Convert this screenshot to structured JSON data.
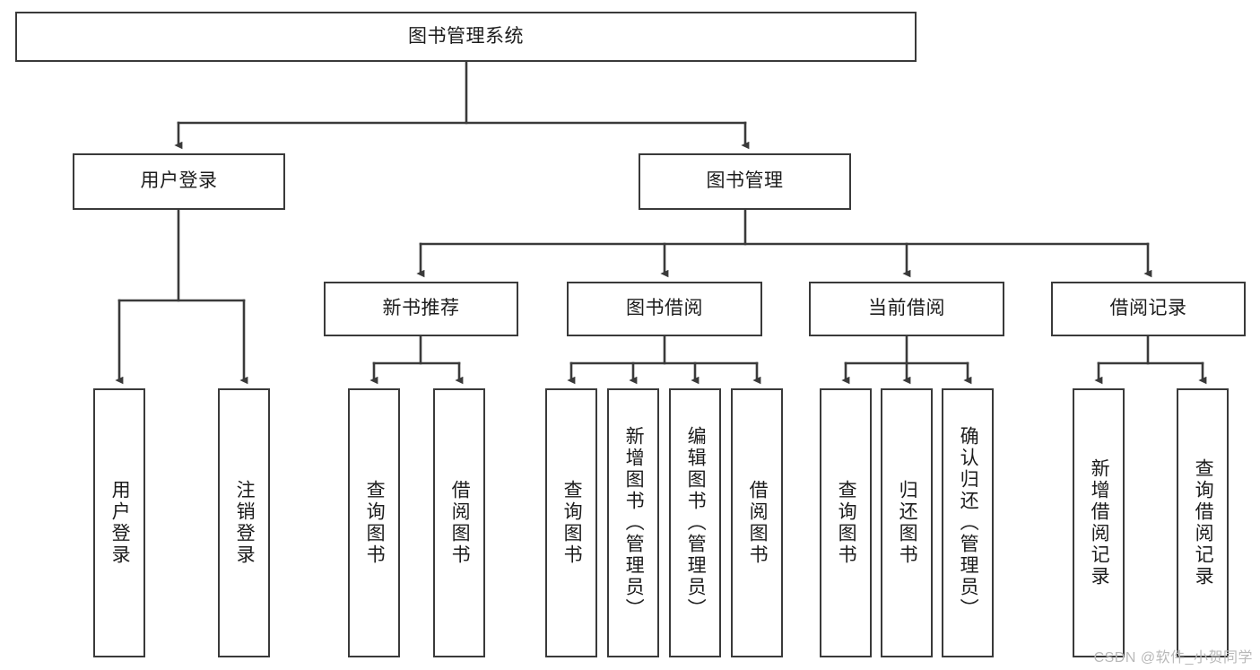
{
  "diagram": {
    "title": "图书管理系统",
    "type": "tree-hierarchy-chart",
    "watermark": "CSDN @软件_小贺同学",
    "colors": {
      "stroke": "#3a3a3a",
      "fill": "#ffffff",
      "text": "#1c1c1c",
      "watermark": "#b9b9b9"
    },
    "nodes": {
      "root": {
        "label": "图书管理系统"
      },
      "level2": [
        {
          "label": "用户登录"
        },
        {
          "label": "图书管理"
        }
      ],
      "level3": [
        {
          "label": "新书推荐"
        },
        {
          "label": "图书借阅"
        },
        {
          "label": "当前借阅"
        },
        {
          "label": "借阅记录"
        }
      ],
      "leaves_user_login": [
        {
          "label": "用户登录"
        },
        {
          "label": "注销登录"
        }
      ],
      "leaves_new_book": [
        {
          "label": "查询图书"
        },
        {
          "label": "借阅图书"
        }
      ],
      "leaves_borrow": [
        {
          "label": "查询图书"
        },
        {
          "label": "新增图书（管理员）"
        },
        {
          "label": "编辑图书（管理员）"
        },
        {
          "label": "借阅图书"
        }
      ],
      "leaves_current": [
        {
          "label": "查询图书"
        },
        {
          "label": "归还图书"
        },
        {
          "label": "确认归还（管理员）"
        }
      ],
      "leaves_records": [
        {
          "label": "新增借阅记录"
        },
        {
          "label": "查询借阅记录"
        }
      ]
    }
  }
}
